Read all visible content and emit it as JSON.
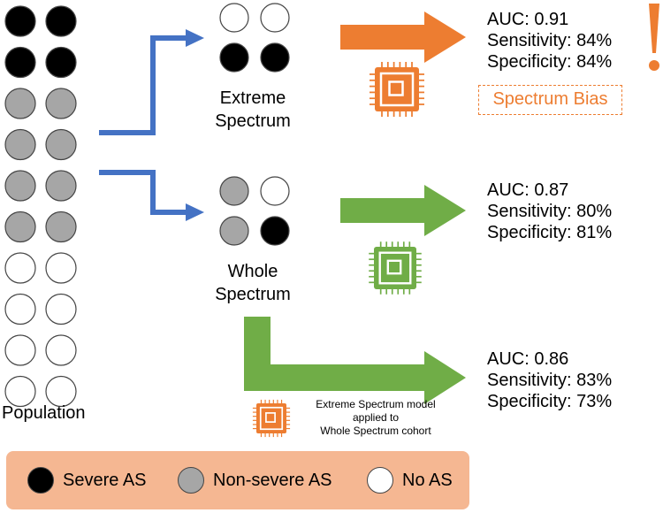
{
  "colors": {
    "severe": "#000000",
    "non_severe": "#a6a6a6",
    "none": "#ffffff",
    "blue_arrow": "#4472c4",
    "orange": "#ed7d31",
    "green": "#70ad47",
    "legend_bg": "#f5b792"
  },
  "population": {
    "label": "Population",
    "counts": {
      "severe": 2,
      "non_severe": 4,
      "none": 4
    }
  },
  "groups": {
    "extreme": {
      "label_line1": "Extreme",
      "label_line2": "Spectrum",
      "sample": [
        "none",
        "none",
        "severe",
        "severe"
      ],
      "chip_icon": "chip-icon",
      "chip_color": "orange",
      "auc": "AUC: 0.91",
      "sensitivity": "Sensitivity: 84%",
      "specificity": "Specificity: 84%",
      "warning_icon": "exclamation-icon",
      "bias_label": "Spectrum Bias"
    },
    "whole": {
      "label_line1": "Whole",
      "label_line2": "Spectrum",
      "sample": [
        "non_severe",
        "none",
        "non_severe",
        "severe"
      ],
      "chip_icon": "chip-icon",
      "chip_color": "green",
      "auc": "AUC: 0.87",
      "sensitivity": "Sensitivity: 80%",
      "specificity": "Specificity: 81%"
    },
    "cross": {
      "caption_line1": "Extreme Spectrum model",
      "caption_line2": "applied to",
      "caption_line3": "Whole Spectrum cohort",
      "chip_icon": "chip-icon",
      "chip_color": "orange",
      "auc": "AUC: 0.86",
      "sensitivity": "Sensitivity: 83%",
      "specificity": "Specificity: 73%"
    }
  },
  "legend": [
    {
      "label": "Severe AS",
      "color": "#000000"
    },
    {
      "label": "Non-severe AS",
      "color": "#a6a6a6"
    },
    {
      "label": "No AS",
      "color": "#ffffff"
    }
  ]
}
